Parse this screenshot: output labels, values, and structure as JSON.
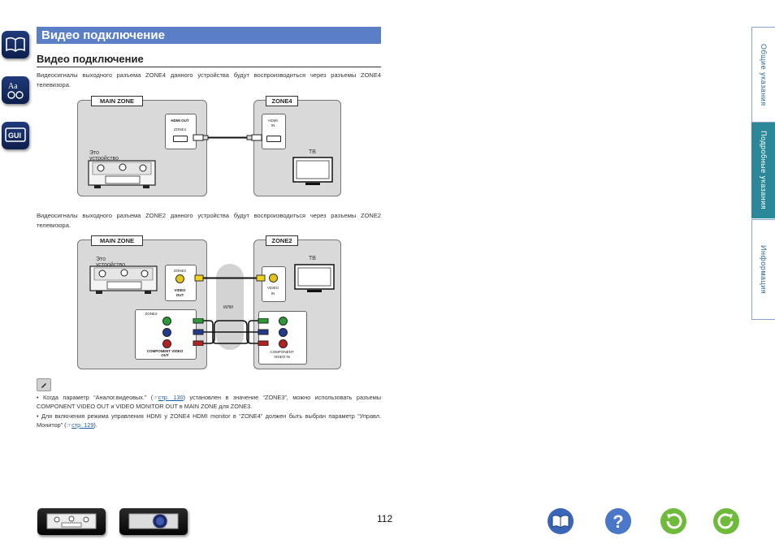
{
  "title": "Видео подключение",
  "subtitle": "Видео подключение",
  "para1": "Видеосигналы выходного разъема ZONE4 данного устройства будут воспроизводиться через разъемы ZONE4 телевизора.",
  "para2": "Видеосигналы выходного разъема ZONE2 данного устройства будут воспроизводиться через разъемы ZONE2 телевизора.",
  "right_tabs": [
    "Общие указания",
    "Подробные указания",
    "Информация"
  ],
  "diagram1": {
    "main_zone": "MAIN ZONE",
    "zone_label": "ZONE4",
    "device": "Это устройство",
    "tv": "ТВ",
    "hdmi_out": "HDMI OUT",
    "hdmi_zone": "ZONE4",
    "hdmi_in_1": "HDMI",
    "hdmi_in_2": "IN"
  },
  "diagram2": {
    "main_zone": "MAIN ZONE",
    "zone_label": "ZONE2",
    "device": "Это устройство",
    "tv": "ТВ",
    "or": "или",
    "video_zone": "ZONE2",
    "video_out_1": "VIDEO",
    "video_out_2": "OUT",
    "video_in_1": "VIDEO",
    "video_in_2": "IN",
    "comp_zone": "ZONE2",
    "comp_out_1": "COMPONENT VIDEO",
    "comp_out_2": "OUT",
    "comp_in_1": "COMPONENT",
    "comp_in_2": "VIDEO IN"
  },
  "notes": {
    "n1_a": "• Когда параметр “Аналог.видеовых.” (",
    "n1_link": "стр. 130",
    "n1_b": ") установлен в значение “ZONE3”, можно использовать разъемы COMPONENT VIDEO OUT и VIDEO MONITOR OUT в MAIN ZONE для ZONE3.",
    "n2_a": "• Для включения режима управления HDMI у ZONE4 HDMI monitor в “ZONE4” должен быть выбран параметр “Управл. Монитор” (",
    "n2_link": "стр. 129",
    "n2_b": ")."
  },
  "page_number": "112",
  "colors": {
    "title_bar": "#5a7fc7",
    "tab_active": "#2b8899",
    "tab_text": "#2d6c96",
    "zone_bg": "#d9d9d9"
  }
}
